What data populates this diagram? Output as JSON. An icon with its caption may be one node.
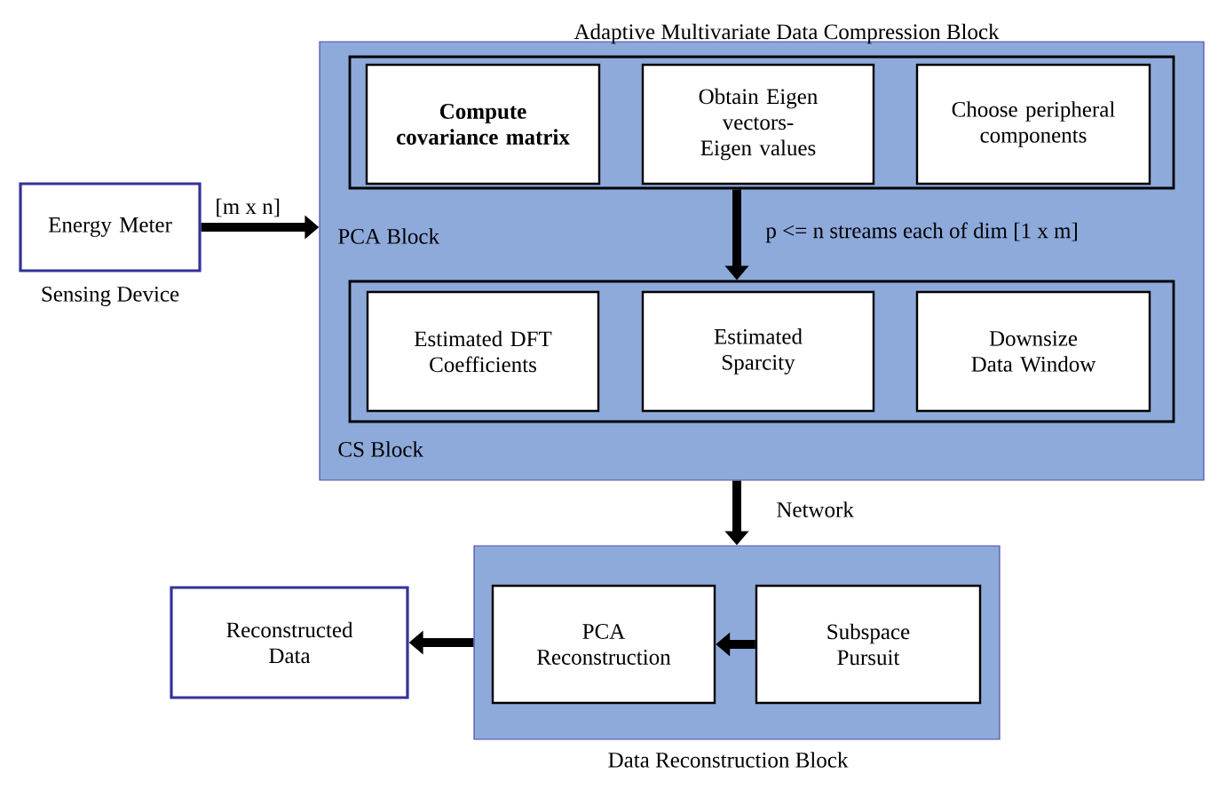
{
  "diagram": {
    "nodes": [
      {
        "text": [
          "Energy Meter"
        ],
        "beside": [
          "Sensing Device"
        ]
      },
      {
        "text": [
          "Adaptive  Multivariate Data Compression Block"
        ]
      },
      {
        "text": [
          "PCA Block"
        ],
        "in": 1
      },
      {
        "text": [
          "Compute covariance matrix"
        ],
        "in": 2
      },
      {
        "text": [
          "Obtain Eigen vectors- Eigen values"
        ],
        "in": 2
      },
      {
        "text": [
          "Choose peripheral components"
        ],
        "in": 2
      },
      {
        "text": [
          "CS Block"
        ],
        "in": 1
      },
      {
        "text": [
          "Estimated DFT Coefficients"
        ],
        "in": 6
      },
      {
        "text": [
          "Estimated Sparcity"
        ],
        "in": 6
      },
      {
        "text": [
          "Downsize Data Window"
        ],
        "in": 6
      },
      {
        "text": [
          "Data Reconstruction Block"
        ]
      },
      {
        "text": [
          "PCA Reconstruction"
        ],
        "in": 10
      },
      {
        "text": [
          "Subspace Pursuit"
        ],
        "in": 10
      },
      {
        "text": [
          "Reconstructed Data"
        ]
      }
    ],
    "edges": [
      {
        "from": 0,
        "to": 1,
        "arrow": "to",
        "label": "[m x n]"
      },
      {
        "from": 2,
        "to": 6,
        "arrow": "to",
        "label": "p <= n streams each of dim [1 x m]"
      },
      {
        "from": 1,
        "to": 10,
        "arrow": "to",
        "label": "Network"
      },
      {
        "from": 12,
        "to": 11,
        "arrow": "to"
      },
      {
        "from": 10,
        "to": 13,
        "arrow": "to"
      }
    ]
  }
}
